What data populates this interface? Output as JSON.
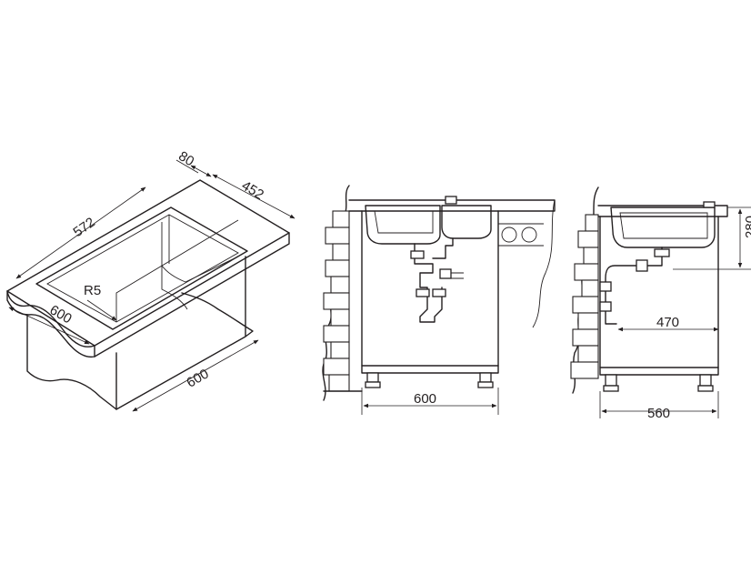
{
  "views": {
    "isometric": {
      "dim_overall_length": "572",
      "dim_rim": "80",
      "dim_depth": "452",
      "dim_radius": "R5",
      "dim_cabinet_width": "600",
      "dim_cabinet_depth": "600"
    },
    "front": {
      "dim_cabinet_width": "600"
    },
    "side": {
      "dim_height": "280",
      "dim_drain_offset": "470",
      "dim_cabinet_depth": "560"
    }
  }
}
